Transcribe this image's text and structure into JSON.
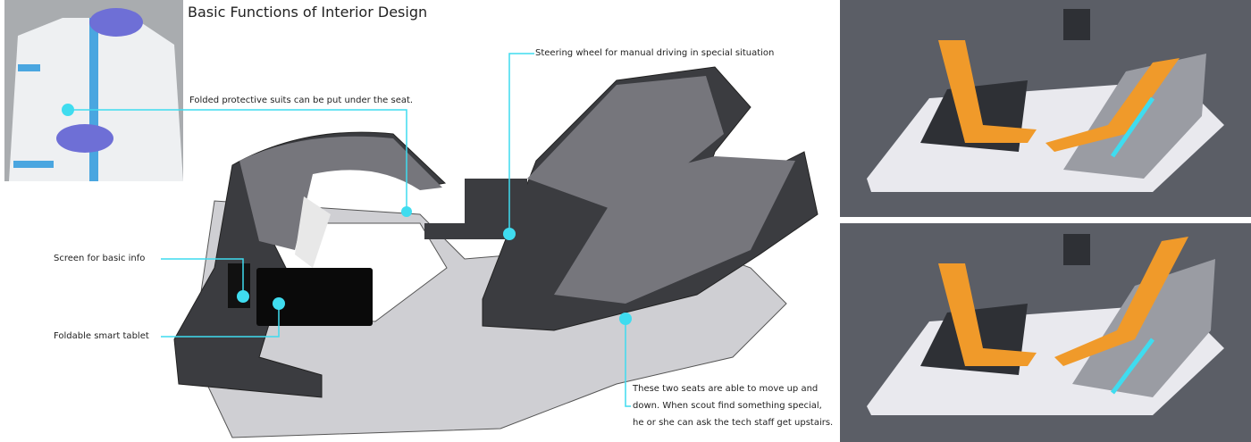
{
  "title": "Basic Functions of Interior Design",
  "callouts": {
    "suits": "Folded protective suits can be put under the seat.",
    "steering": "Steering wheel for manual driving in special situation",
    "screen": "Screen for basic info",
    "tablet": "Foldable smart tablet",
    "seats": [
      "These two seats are able to move up and",
      "down. When scout find something special,",
      "he or she can ask the tech staff get upstairs."
    ]
  },
  "colors": {
    "accent": "#3fdcef",
    "seat_dark": "#3b3c40",
    "seat_mid": "#76767c",
    "floor": "#cfcfd3",
    "panel_bg": "#5b5e66",
    "mannequin": "#f09a2a"
  }
}
